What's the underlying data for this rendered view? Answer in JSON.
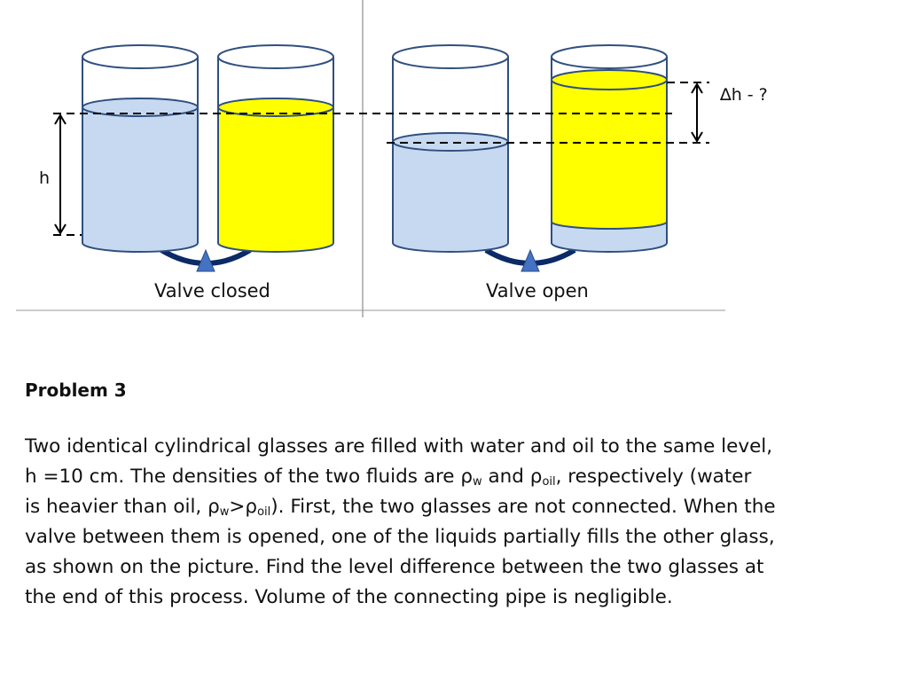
{
  "diagram": {
    "captions": {
      "left": "Valve closed",
      "right": "Valve open"
    },
    "labels": {
      "height": "h",
      "delta": "∆h - ?"
    },
    "colors": {
      "water": "#c6d9f1",
      "oil": "#ffff00",
      "outline": "#2f4f7f",
      "pipe": "#0b2a66",
      "valve": "#4472c4"
    }
  },
  "problem": {
    "title": "Problem 3",
    "lines": [
      [
        "Two identical cylindrical glasses are filled  with water and oil to the same level,"
      ],
      [
        "h =10 cm. The densities of the two fluids  are  ",
        {
          "sym": "ρ",
          "sub": "w"
        },
        " and ",
        {
          "sym": "ρ",
          "sub": "oil"
        },
        ", respectively  (water"
      ],
      [
        "is heavier than oil, ",
        {
          "sym": "ρ",
          "sub": "w"
        },
        ">",
        {
          "sym": "ρ",
          "sub": "oil"
        },
        "). First, the two glasses are not connected. When the"
      ],
      [
        "valve between them is opened, one of the liquids partially fills the other glass,"
      ],
      [
        "as shown on the picture. Find the level difference  between the two glasses  at"
      ],
      [
        "the end of this process.  Volume of the connecting pipe is negligible."
      ]
    ]
  }
}
